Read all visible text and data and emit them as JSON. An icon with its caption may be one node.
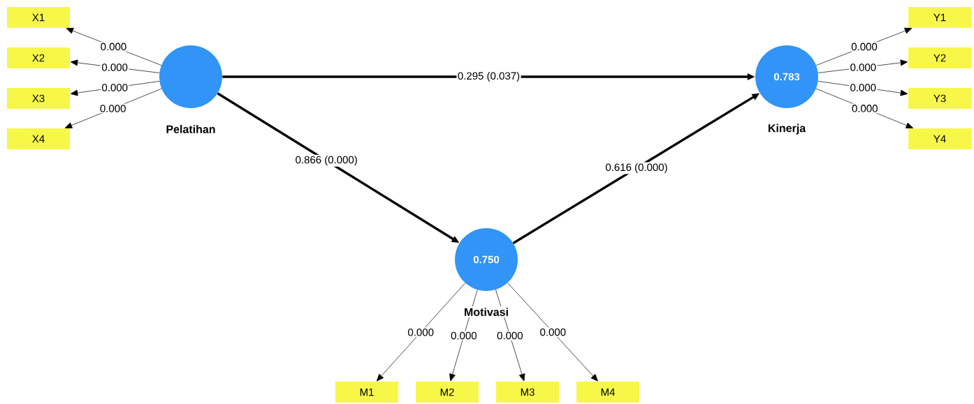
{
  "diagram": {
    "nodes": [
      {
        "text": [
          "Pelatihan"
        ]
      },
      {
        "text": [
          "0.783",
          "Kinerja"
        ]
      },
      {
        "text": [
          "0.750",
          "Motivasi"
        ]
      },
      {
        "text": [
          "X1"
        ]
      },
      {
        "text": [
          "X2"
        ]
      },
      {
        "text": [
          "X3"
        ]
      },
      {
        "text": [
          "X4"
        ]
      },
      {
        "text": [
          "Y1"
        ]
      },
      {
        "text": [
          "Y2"
        ]
      },
      {
        "text": [
          "Y3"
        ]
      },
      {
        "text": [
          "Y4"
        ]
      },
      {
        "text": [
          "M1"
        ]
      },
      {
        "text": [
          "M2"
        ]
      },
      {
        "text": [
          "M3"
        ]
      },
      {
        "text": [
          "M4"
        ]
      }
    ],
    "edges": [
      {
        "from": 0,
        "to": 1,
        "arrow": "to",
        "label": "0.295 (0.037)",
        "style": "thick"
      },
      {
        "from": 0,
        "to": 2,
        "arrow": "to",
        "label": "0.866 (0.000)",
        "style": "thick"
      },
      {
        "from": 2,
        "to": 1,
        "arrow": "to",
        "label": "0.616 (0.000)",
        "style": "thick"
      },
      {
        "from": 0,
        "to": 3,
        "arrow": "to",
        "label": "0.000"
      },
      {
        "from": 0,
        "to": 4,
        "arrow": "to",
        "label": "0.000"
      },
      {
        "from": 0,
        "to": 5,
        "arrow": "to",
        "label": "0.000"
      },
      {
        "from": 0,
        "to": 6,
        "arrow": "to",
        "label": "0.000"
      },
      {
        "from": 1,
        "to": 7,
        "arrow": "to",
        "label": "0.000"
      },
      {
        "from": 1,
        "to": 8,
        "arrow": "to",
        "label": "0.000"
      },
      {
        "from": 1,
        "to": 9,
        "arrow": "to",
        "label": "0.000"
      },
      {
        "from": 1,
        "to": 10,
        "arrow": "to",
        "label": "0.000"
      },
      {
        "from": 2,
        "to": 11,
        "arrow": "to",
        "label": "0.000"
      },
      {
        "from": 2,
        "to": 12,
        "arrow": "to",
        "label": "0.000"
      },
      {
        "from": 2,
        "to": 13,
        "arrow": "to",
        "label": "0.000"
      },
      {
        "from": 2,
        "to": 14,
        "arrow": "to",
        "label": "0.000"
      }
    ]
  }
}
